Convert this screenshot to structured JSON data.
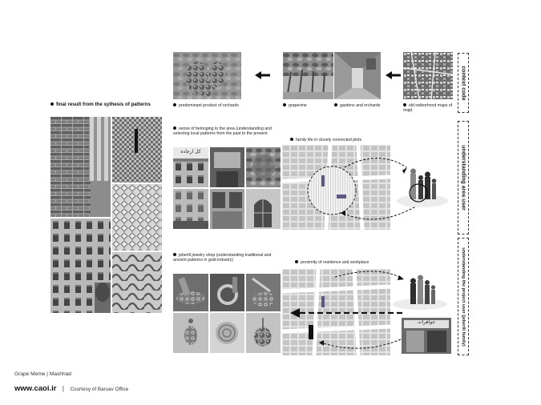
{
  "side_labels": [
    "context code",
    "understanding area user",
    "understanding the project user (jeberlli family)"
  ],
  "top_row": {
    "captions": [
      "predominant product of orchards",
      "grapevine",
      "gardens and orchards",
      "old neiborhood maps of majd"
    ]
  },
  "final_result": {
    "label": "final result from the sythesis of patterns"
  },
  "middle_row": {
    "belonging_label": "sense of belonging to the area (understanding and selecting local patterns from the past to the present",
    "family_label": "family life in closely connected plots",
    "shop_sign": "کل ارجاده"
  },
  "bottom_row": {
    "jewelry_label": "jeberlli jewelry shop (understanding traditional and ancient patterns in gold industry)",
    "proximity_label": "proximity of residence and workplace",
    "shop_sign": "جواهرات"
  },
  "footer": {
    "project": "Grape Meme | Mashhad",
    "site": "www.caoi.ir",
    "sep": "|",
    "credit": "Courtesy of Barsav Office"
  }
}
